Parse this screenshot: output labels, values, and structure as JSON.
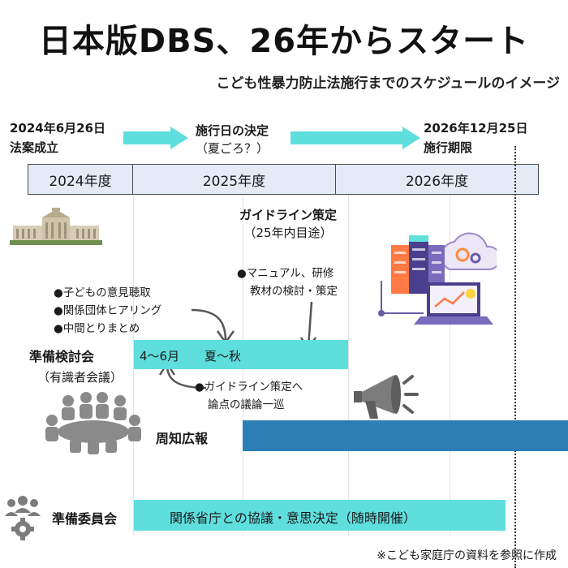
{
  "header": {
    "title": "日本版DBS、26年からスタート",
    "subtitle": "こども性暴力防止法施行までのスケジュールのイメージ"
  },
  "timeline": {
    "start": {
      "date": "2024年6月26日",
      "label": "法案成立"
    },
    "mid": {
      "label": "施行日の決定",
      "note": "（夏ごろ？）"
    },
    "end": {
      "date": "2026年12月25日",
      "label": "施行期限"
    }
  },
  "fiscal_years": [
    "2024年度",
    "2025年度",
    "2026年度"
  ],
  "guideline": {
    "title": "ガイドライン策定",
    "note": "（25年内目途）"
  },
  "notes": {
    "committee_topics": [
      "●子どもの意見聴取",
      "●関係団体ヒアリング",
      "●中間とりまとめ"
    ],
    "manual": [
      "●マニュアル、研修",
      "教材の検討・策定"
    ],
    "guideline_discussion": [
      "●ガイドライン策定へ",
      "論点の議論一巡"
    ]
  },
  "rows": {
    "prep_committee": {
      "label": "準備検討会",
      "sub": "（有識者会議）",
      "bar_text_1": "4～6月",
      "bar_text_2": "夏～秋"
    },
    "publicity": {
      "label": "周知広報"
    },
    "prep_council": {
      "label": "準備委員会",
      "bar_text": "関係省庁との協議・意思決定（随時開催）"
    }
  },
  "footer": {
    "source": "※こども家庭庁の資料を参照に作成"
  },
  "colors": {
    "cyan": "#5fdede",
    "blue": "#2b7fb5",
    "fy_fill": "#e3ecf6",
    "gray_icon": "#8a8a8a"
  },
  "icons": [
    "parliament-building-icon",
    "server-cloud-laptop-icon",
    "megaphone-icon",
    "meeting-table-icon",
    "group-gear-icon"
  ]
}
